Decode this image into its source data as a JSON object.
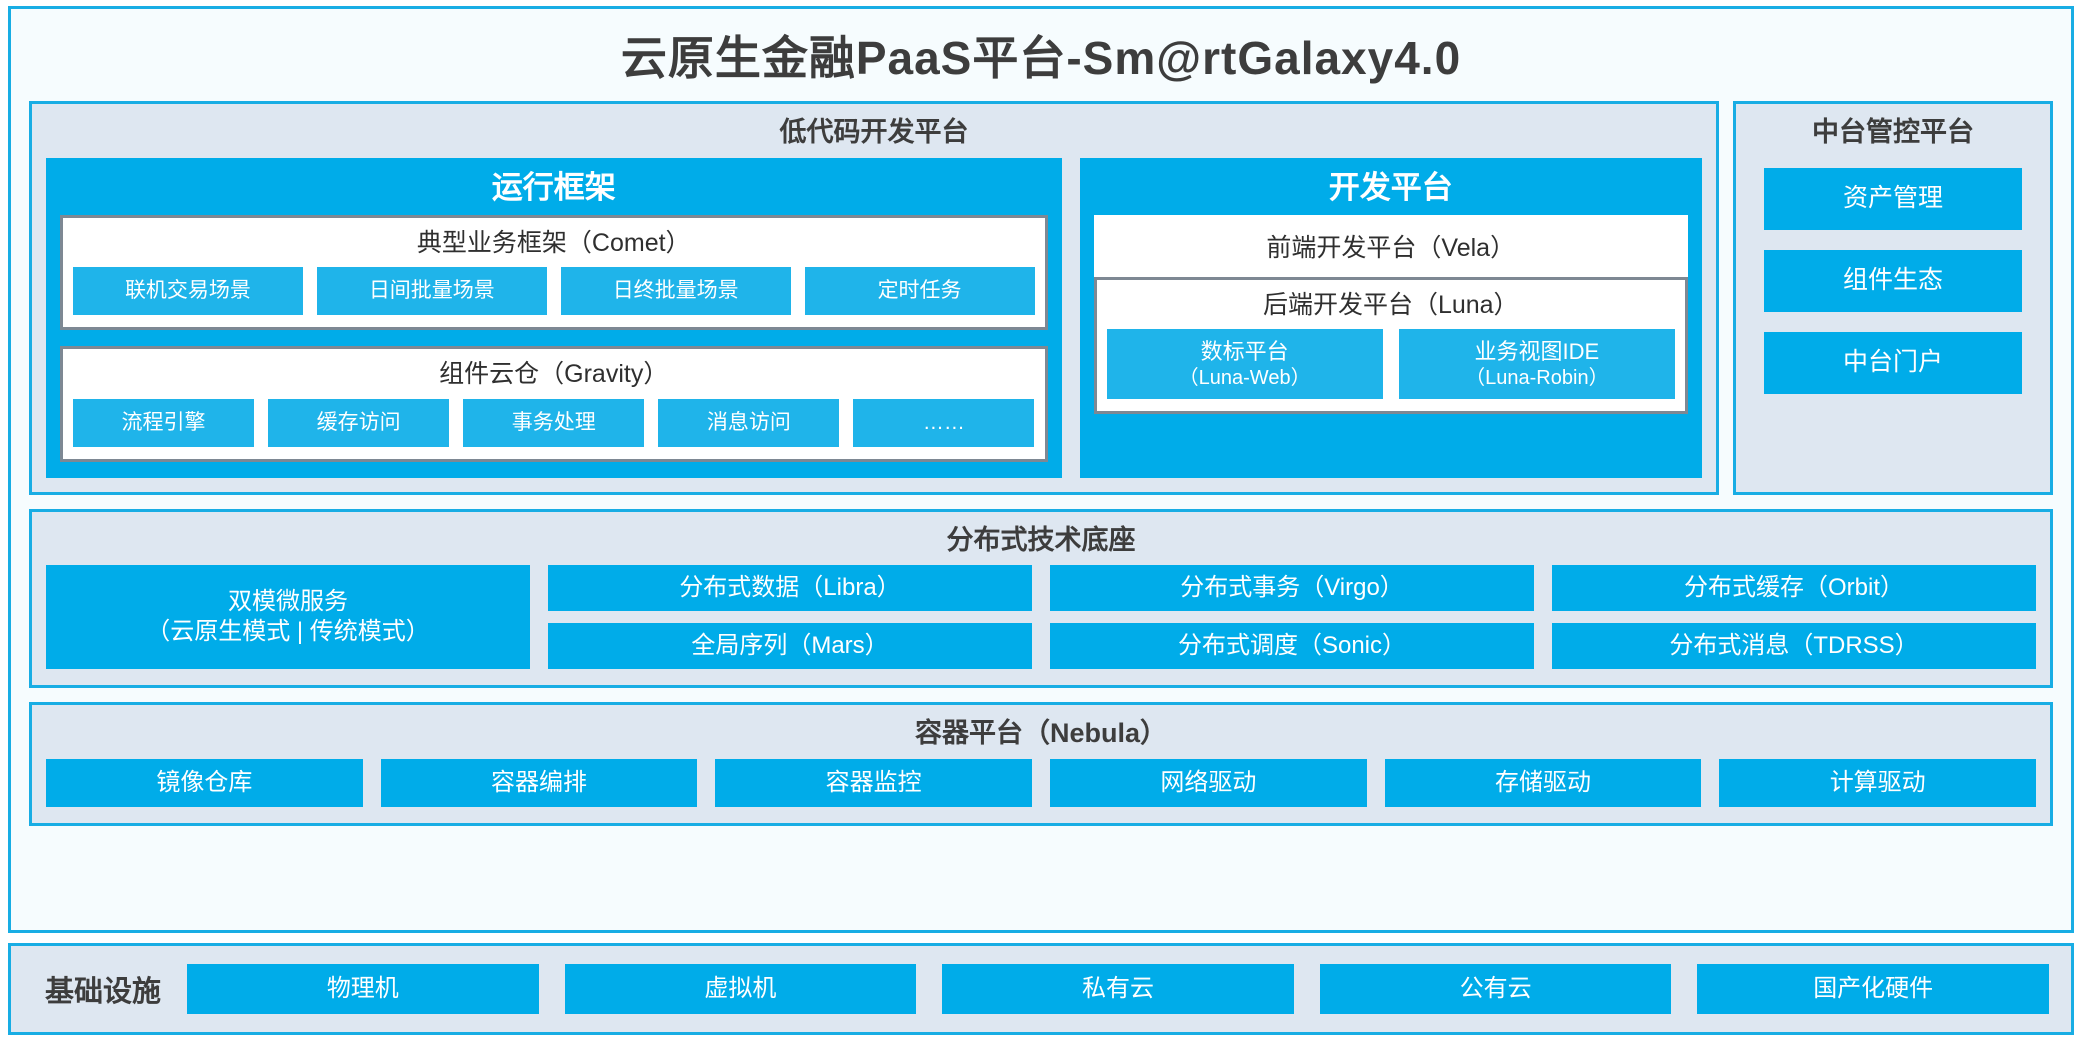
{
  "platform": {
    "title": "云原生金融PaaS平台-Sm@rtGalaxy4.0"
  },
  "colors": {
    "accent": "#00ace9",
    "accent_light": "#1fb4ea",
    "section_bg": "#dee7f1",
    "frame_bg": "#f6fcfe",
    "border": "#18ade4",
    "card_border": "#7e8893",
    "text": "#3d3d3d"
  },
  "lowcode": {
    "title": "低代码开发平台",
    "runtime": {
      "title": "运行框架",
      "comet": {
        "title": "典型业务框架（Comet）",
        "items": [
          "联机交易场景",
          "日间批量场景",
          "日终批量场景",
          "定时任务"
        ]
      },
      "gravity": {
        "title": "组件云仓（Gravity）",
        "items": [
          "流程引擎",
          "缓存访问",
          "事务处理",
          "消息访问",
          "……"
        ]
      }
    },
    "devplatform": {
      "title": "开发平台",
      "frontend": "前端开发平台（Vela）",
      "backend": {
        "title": "后端开发平台（Luna）",
        "items": [
          {
            "name": "数标平台",
            "code": "（Luna-Web）"
          },
          {
            "name": "业务视图IDE",
            "code": "（Luna-Robin）"
          }
        ]
      }
    }
  },
  "control_platform": {
    "title": "中台管控平台",
    "items": [
      "资产管理",
      "组件生态",
      "中台门户"
    ]
  },
  "distributed_base": {
    "title": "分布式技术底座",
    "microservice": {
      "name": "双模微服务",
      "modes": "（云原生模式 | 传统模式）"
    },
    "columns": [
      [
        "分布式数据（Libra）",
        "全局序列（Mars）"
      ],
      [
        "分布式事务（Virgo）",
        "分布式调度（Sonic）"
      ],
      [
        "分布式缓存（Orbit）",
        "分布式消息（TDRSS）"
      ]
    ]
  },
  "container_platform": {
    "title": "容器平台（Nebula）",
    "items": [
      "镜像仓库",
      "容器编排",
      "容器监控",
      "网络驱动",
      "存储驱动",
      "计算驱动"
    ]
  },
  "infrastructure": {
    "label": "基础设施",
    "items": [
      "物理机",
      "虚拟机",
      "私有云",
      "公有云",
      "国产化硬件"
    ]
  }
}
